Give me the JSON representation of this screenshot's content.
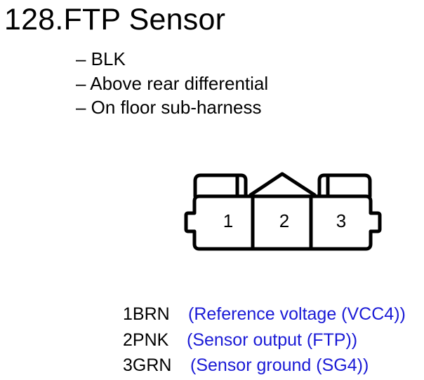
{
  "title": "128.FTP Sensor",
  "info": [
    "– BLK",
    "– Above rear differential",
    "– On floor sub-harness"
  ],
  "connector": {
    "pins": [
      "1",
      "2",
      "3"
    ]
  },
  "pinout": [
    {
      "code": "1BRN",
      "description": "(Reference voltage (VCC4))"
    },
    {
      "code": "2PNK",
      "description": "(Sensor output (FTP))"
    },
    {
      "code": "3GRN",
      "description": "(Sensor ground (SG4))"
    }
  ],
  "colors": {
    "description_text": "#1a1ad6",
    "line": "#000000"
  }
}
